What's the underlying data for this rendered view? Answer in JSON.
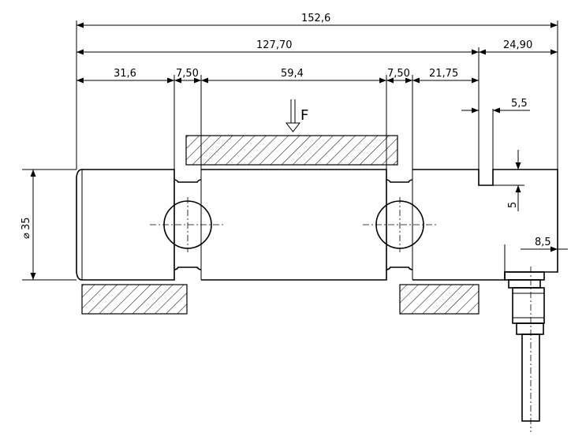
{
  "dimensions": {
    "overall_length": "152,6",
    "body_length": "127,70",
    "connector_offset": "24,90",
    "seg_end_left": "31,6",
    "seg_groove_left": "7,50",
    "seg_center": "59,4",
    "seg_groove_right": "7,50",
    "seg_end_right": "21,75",
    "slot_width": "5,5",
    "slot_depth": "5",
    "connector_dim": "8,5",
    "diameter": "35"
  },
  "force_label": "F",
  "diameter_symbol": "⌀"
}
